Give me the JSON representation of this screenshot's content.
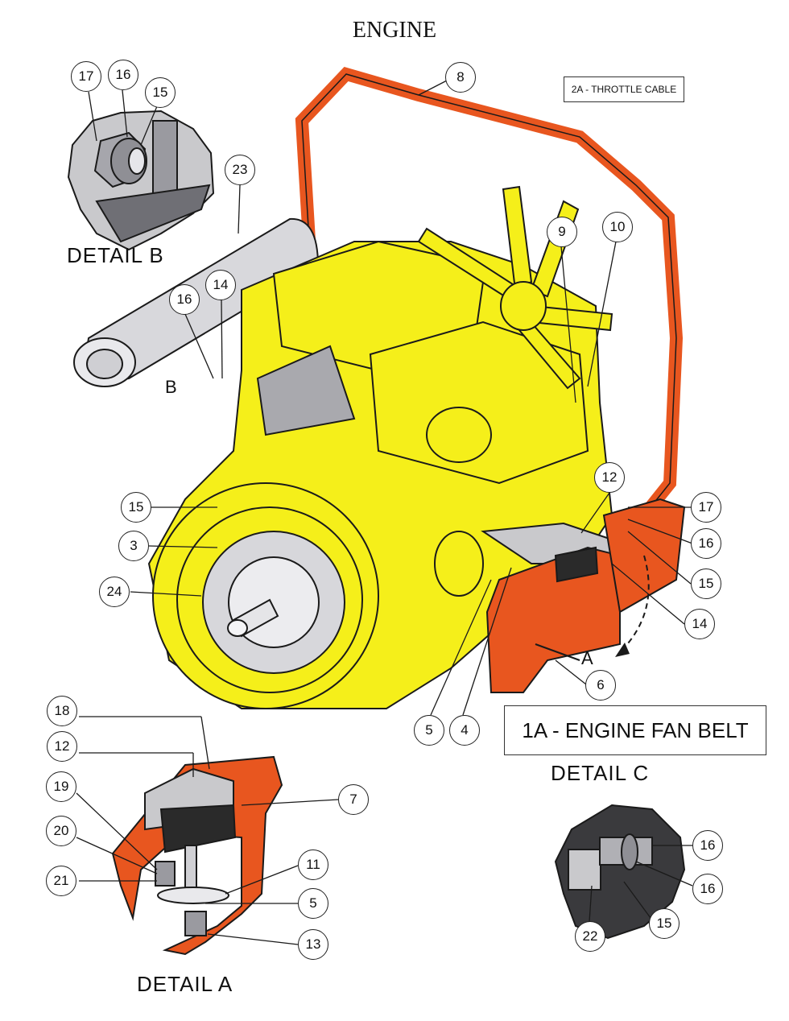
{
  "title": "ENGINE",
  "boxes": {
    "throttle": "2A - THROTTLE CABLE",
    "fan_belt": "1A - ENGINE FAN BELT"
  },
  "details": {
    "a": "DETAIL  A",
    "b": "DETAIL  B",
    "c": "DETAIL  C",
    "a_marker": "A",
    "b_marker": "B"
  },
  "callouts": {
    "main_8": "8",
    "main_23": "23",
    "main_9": "9",
    "main_10": "10",
    "main_16": "16",
    "main_14": "14",
    "main_12": "12",
    "main_17": "17",
    "main_16b": "16",
    "main_15b": "15",
    "main_14b": "14",
    "main_6": "6",
    "main_15": "15",
    "main_3": "3",
    "main_24": "24",
    "main_5": "5",
    "main_4": "4",
    "b_17": "17",
    "b_16": "16",
    "b_15": "15",
    "a_18": "18",
    "a_12": "12",
    "a_19": "19",
    "a_20": "20",
    "a_21": "21",
    "a_7": "7",
    "a_11": "11",
    "a_5": "5",
    "a_13": "13",
    "c_16a": "16",
    "c_16b": "16",
    "c_15": "15",
    "c_22": "22"
  },
  "colors": {
    "engine": "#f5ef1a",
    "frame": "#e8561f",
    "metal": "#c9c9cc",
    "outline": "#1a1a1a"
  }
}
